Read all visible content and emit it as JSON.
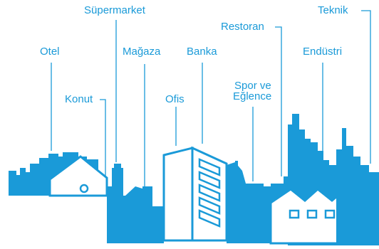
{
  "colors": {
    "accent": "#1a9ad8",
    "background": "#ffffff"
  },
  "labels": {
    "otel": "Otel",
    "supermarket": "Süpermarket",
    "konut": "Konut",
    "magaza": "Mağaza",
    "ofis": "Ofis",
    "banka": "Banka",
    "spor_ve": "Spor ve",
    "eglence": "Eğlence",
    "restoran": "Restoran",
    "endustri": "Endüstri",
    "teknik": "Teknik"
  }
}
